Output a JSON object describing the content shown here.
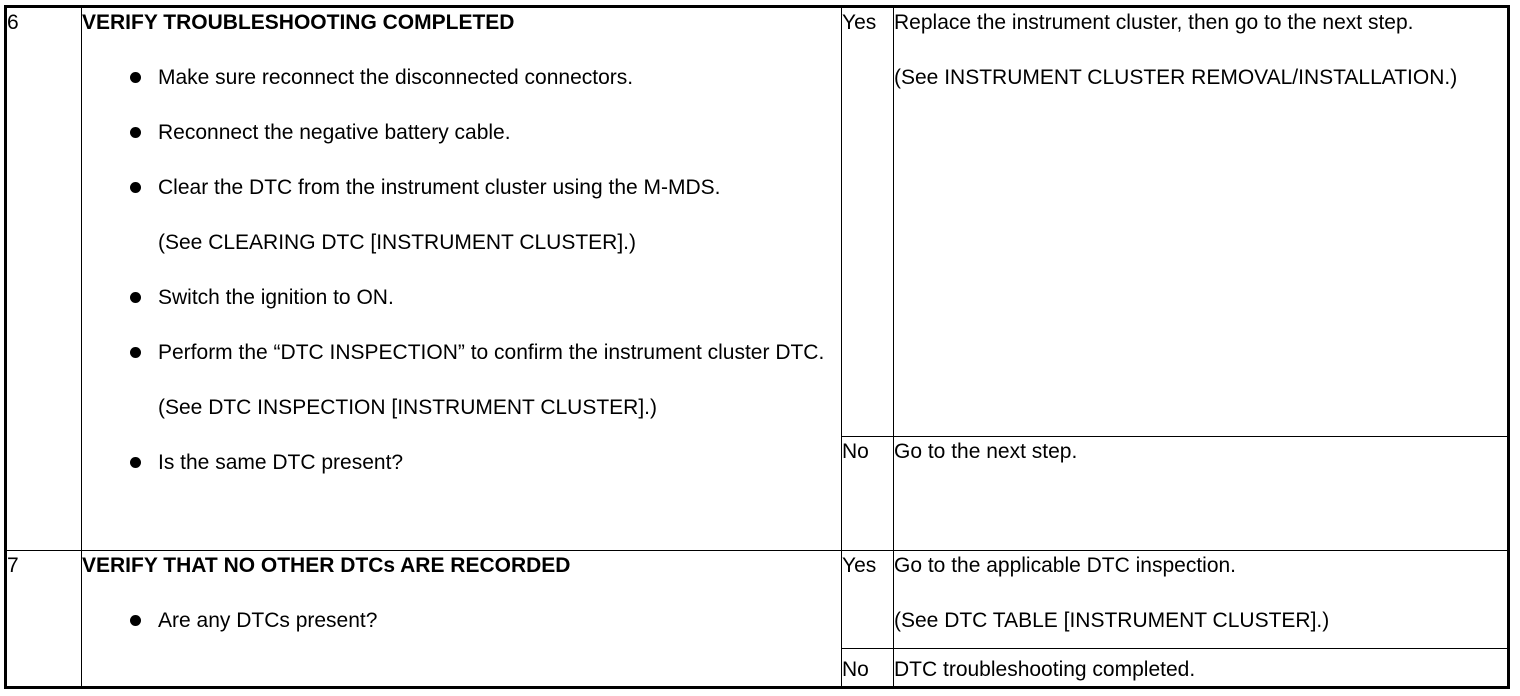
{
  "steps": [
    {
      "number": "6",
      "title": "VERIFY TROUBLESHOOTING COMPLETED",
      "items": [
        {
          "text": "Make sure reconnect the disconnected connectors."
        },
        {
          "text": "Reconnect the negative battery cable."
        },
        {
          "text": "Clear the DTC from the instrument cluster using the M-MDS.",
          "note": "(See CLEARING DTC [INSTRUMENT CLUSTER].)"
        },
        {
          "text": "Switch the ignition to ON."
        },
        {
          "text": "Perform the “DTC INSPECTION” to confirm the instrument cluster DTC.",
          "note": "(See DTC INSPECTION [INSTRUMENT CLUSTER].)"
        },
        {
          "text": "Is the same DTC present?"
        }
      ],
      "yes_label": "Yes",
      "yes_action": "Replace the instrument cluster, then go to the next step.",
      "yes_ref": "(See INSTRUMENT CLUSTER REMOVAL/INSTALLATION.)",
      "no_label": "No",
      "no_action": "Go to the next step."
    },
    {
      "number": "7",
      "title": "VERIFY THAT NO OTHER DTCs ARE RECORDED",
      "items": [
        {
          "text": "Are any DTCs present?"
        }
      ],
      "yes_label": "Yes",
      "yes_action": "Go to the applicable DTC inspection.",
      "yes_ref": "(See DTC TABLE [INSTRUMENT CLUSTER].)",
      "no_label": "No",
      "no_action": "DTC troubleshooting completed."
    }
  ]
}
